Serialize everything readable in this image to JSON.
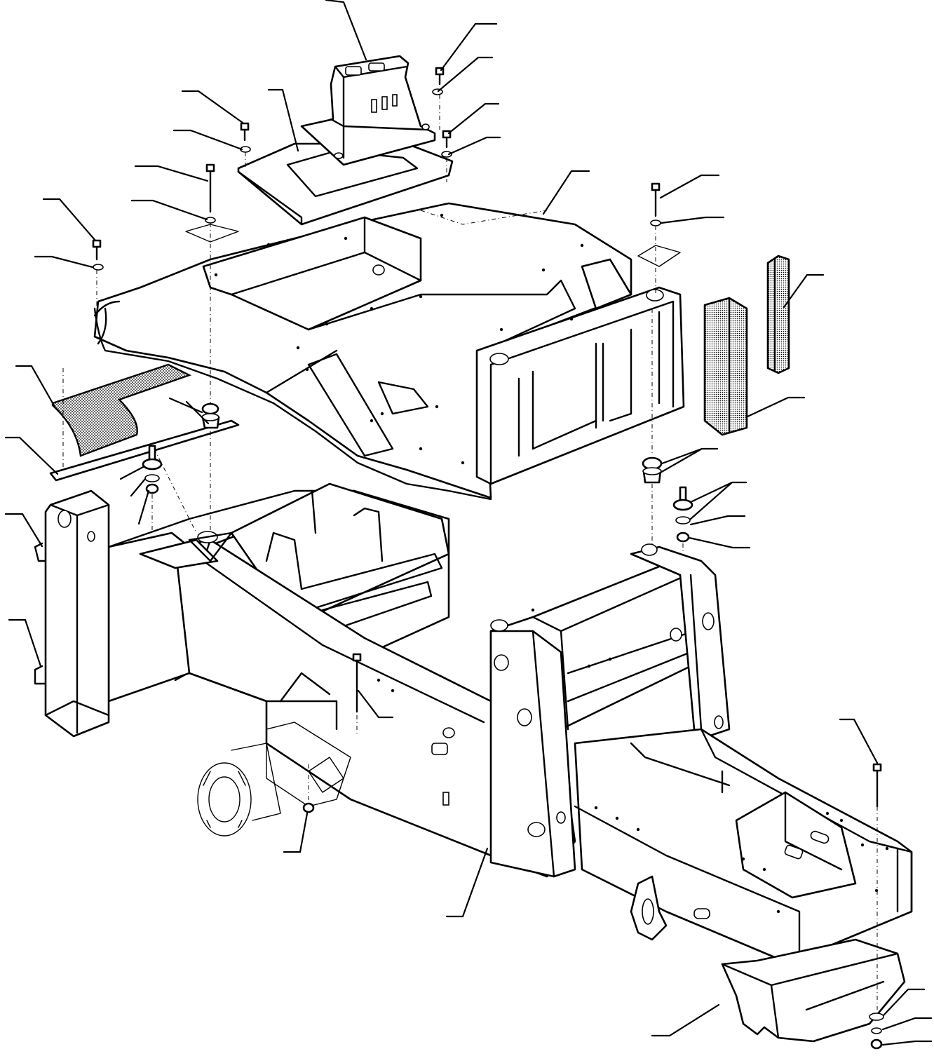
{
  "diagram": {
    "kind": "exploded-parts-view",
    "subject": "tractor-rear-frame-and-platform",
    "callouts": [
      {
        "id": "c01",
        "part": "control-tower"
      },
      {
        "id": "c02",
        "part": "cap-screw"
      },
      {
        "id": "c03",
        "part": "washer"
      },
      {
        "id": "c04",
        "part": "cap-screw"
      },
      {
        "id": "c05",
        "part": "washer"
      },
      {
        "id": "c06",
        "part": "mounting-plate"
      },
      {
        "id": "c07",
        "part": "cap-screw"
      },
      {
        "id": "c08",
        "part": "washer"
      },
      {
        "id": "c09",
        "part": "cap-screw"
      },
      {
        "id": "c10",
        "part": "washer"
      },
      {
        "id": "c11",
        "part": "cap-screw"
      },
      {
        "id": "c12",
        "part": "washer"
      },
      {
        "id": "c13",
        "part": "platform"
      },
      {
        "id": "c14",
        "part": "cap-screw"
      },
      {
        "id": "c15",
        "part": "washer"
      },
      {
        "id": "c16",
        "part": "seal-strip"
      },
      {
        "id": "c17",
        "part": "filter-panel"
      },
      {
        "id": "c18",
        "part": "floor-mat"
      },
      {
        "id": "c19",
        "part": "trim-strip"
      },
      {
        "id": "c20",
        "part": "rubber-mount"
      },
      {
        "id": "c21",
        "part": "rubber-mount"
      },
      {
        "id": "c22",
        "part": "stud"
      },
      {
        "id": "c23",
        "part": "washer"
      },
      {
        "id": "c24",
        "part": "nut"
      },
      {
        "id": "c25",
        "part": "stud"
      },
      {
        "id": "c26",
        "part": "washer"
      },
      {
        "id": "c27",
        "part": "nut"
      },
      {
        "id": "c28",
        "part": "bracket"
      },
      {
        "id": "c29",
        "part": "bracket"
      },
      {
        "id": "c30",
        "part": "long-bolt"
      },
      {
        "id": "c31",
        "part": "nut"
      },
      {
        "id": "c32",
        "part": "main-frame"
      },
      {
        "id": "c33",
        "part": "long-bolt"
      },
      {
        "id": "c34",
        "part": "counterweight"
      },
      {
        "id": "c35",
        "part": "washer"
      },
      {
        "id": "c36",
        "part": "nut"
      }
    ]
  }
}
